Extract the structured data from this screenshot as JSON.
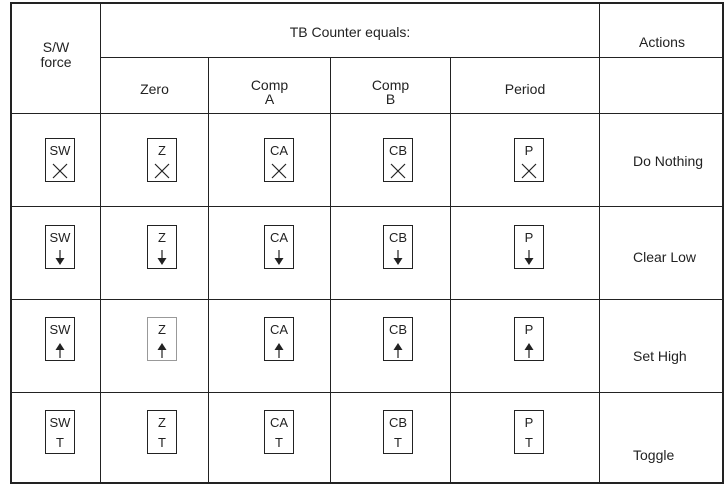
{
  "header": {
    "sw_force_line1": "S/W",
    "sw_force_line2": "force",
    "group_title": "TB Counter equals:",
    "actions_title": "Actions",
    "columns": [
      {
        "line1": "Zero",
        "line2": ""
      },
      {
        "line1": "Comp",
        "line2": "A"
      },
      {
        "line1": "Comp",
        "line2": "B"
      },
      {
        "line1": "Period",
        "line2": ""
      }
    ]
  },
  "box_labels": [
    "SW",
    "Z",
    "CA",
    "CB",
    "P"
  ],
  "rows": [
    {
      "action": "Do Nothing",
      "symbol": "cross-icon",
      "symbol_text": ""
    },
    {
      "action": "Clear Low",
      "symbol": "arrow-down-icon",
      "symbol_text": ""
    },
    {
      "action": "Set High",
      "symbol": "arrow-up-icon",
      "symbol_text": ""
    },
    {
      "action": "Toggle",
      "symbol": "toggle-text",
      "symbol_text": "T"
    }
  ]
}
